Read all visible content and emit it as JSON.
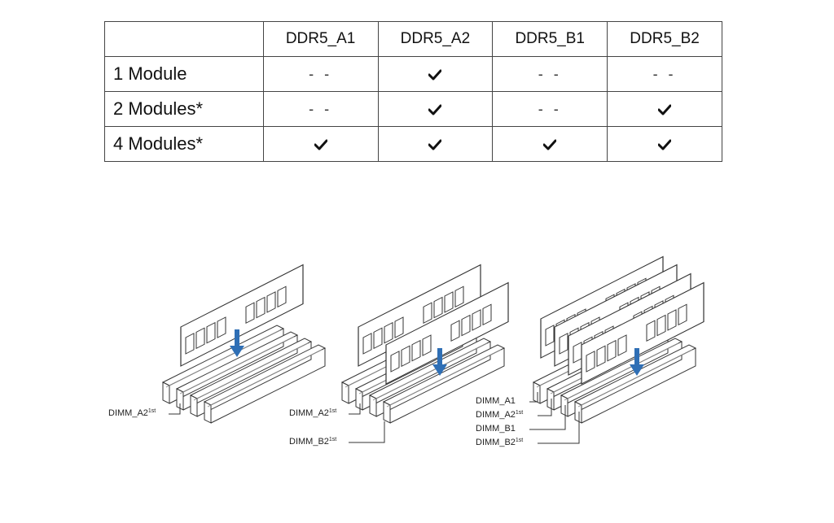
{
  "table": {
    "columns": [
      "DDR5_A1",
      "DDR5_A2",
      "DDR5_B1",
      "DDR5_B2"
    ],
    "rows": [
      {
        "label": "1 Module",
        "cells": [
          "- -",
          "check",
          "- -",
          "- -"
        ]
      },
      {
        "label": "2 Modules*",
        "cells": [
          "- -",
          "check",
          "- -",
          "check"
        ]
      },
      {
        "label": "4 Modules*",
        "cells": [
          "check",
          "check",
          "check",
          "check"
        ]
      }
    ]
  },
  "diagrams": {
    "one": {
      "labels": [
        {
          "text": "DIMM_A2",
          "sup": "1st"
        }
      ]
    },
    "two": {
      "labels": [
        {
          "text": "DIMM_A2",
          "sup": "1st"
        },
        {
          "text": "DIMM_B2",
          "sup": "1st"
        }
      ]
    },
    "four": {
      "labels": [
        {
          "text": "DIMM_A1",
          "sup": ""
        },
        {
          "text": "DIMM_A2",
          "sup": "1st"
        },
        {
          "text": "DIMM_B1",
          "sup": ""
        },
        {
          "text": "DIMM_B2",
          "sup": "1st"
        }
      ]
    }
  },
  "icons": {
    "check": "check-icon",
    "arrow": "down-arrow-icon"
  },
  "colors": {
    "arrow": "#2f6fb5",
    "line": "#333333"
  }
}
